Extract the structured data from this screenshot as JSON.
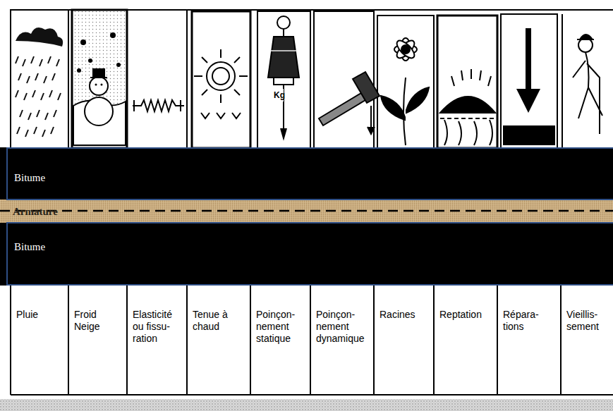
{
  "diagram": {
    "nodes": [
      {
        "text": [
          "Bitume"
        ]
      },
      {
        "text": [
          "Armature"
        ]
      },
      {
        "text": [
          "Bitume"
        ]
      }
    ],
    "labels": [
      "Kg",
      "Pluie",
      "Froid Neige",
      "Elasticité ou fissu- ration",
      "Tenue à chaud",
      "Poinçon- nement statique",
      "Poinçon- nement dynamique",
      "Racines",
      "Reptation",
      "Répara- tions",
      "Vieillis- sement"
    ]
  }
}
